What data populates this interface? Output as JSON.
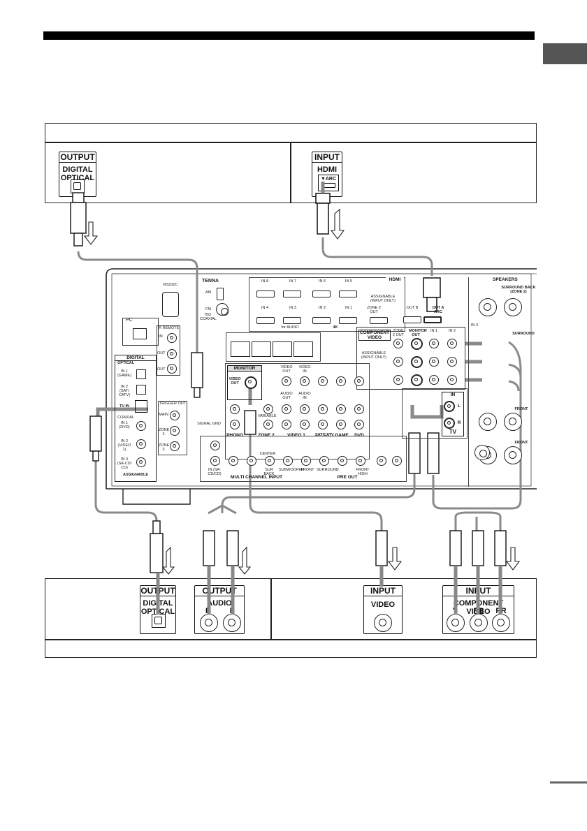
{
  "tv_box": {
    "output_header": "OUTPUT",
    "output_label_1": "DIGITAL",
    "output_label_2": "OPTICAL",
    "input_header": "INPUT",
    "input_label": "HDMI",
    "input_sublabel": "▼ARC"
  },
  "source_box": {
    "opt_header": "OUTPUT",
    "opt_label_1": "DIGITAL",
    "opt_label_2": "OPTICAL",
    "audio_header": "OUTPUT",
    "audio_label": "AUDIO",
    "audio_r": "R",
    "audio_l": "L",
    "video_header": "INPUT",
    "video_label": "VIDEO",
    "comp_header": "INPUT",
    "comp_label": "COMPONENT VIDEO",
    "comp_y": "Y",
    "comp_pb": "PB",
    "comp_pr": "PR"
  },
  "receiver": {
    "antenna": "TENNA",
    "am": "AM",
    "fm": "FM",
    "fm_sub": "75Ω COAXIAL",
    "rs232c": "RS232C",
    "pc": "PC",
    "ir_remote": "IR REMOTE",
    "ir_in": "IN",
    "ir_out": "OUT",
    "ir_out2": "OUT",
    "digital": "DIGITAL",
    "optical": "OPTICAL",
    "opt_in1": "IN 1 (GAME)",
    "opt_in2": "IN 2 (SAT/ CATV)",
    "opt_tv": "TV IN",
    "coaxial": "COAXIAL",
    "coax_in1": "IN 1 (DVD)",
    "coax_in2": "IN 2 (VIDEO 1)",
    "coax_in3": "IN 3 (SA-CD/ CD)",
    "assignable": "ASSIGNABLE",
    "trigger": "TRIGGER OUT",
    "trig_main": "MAIN",
    "trig_z2": "ZONE 2",
    "trig_z3": "ZONE 3",
    "signal_gnd": "SIGNAL GND",
    "hdmi": "HDMI",
    "hdmi_in8": "IN 8",
    "hdmi_in7": "IN 7",
    "hdmi_in6": "IN 6",
    "hdmi_in5": "IN 5",
    "hdmi_in4": "IN 4",
    "hdmi_in3": "IN 3",
    "hdmi_in2": "IN 2",
    "hdmi_in1": "IN 1",
    "hdmi_zone2": "ZONE 2 OUT",
    "hdmi_outb": "OUT B",
    "hdmi_outa": "OUT A ARC",
    "hdmi_assignable": "ASSIGNABLE (INPUT ONLY)",
    "hdmi_4k": "4K",
    "hdmi_audio": "for AUDIO",
    "component_video": "COMPONENT VIDEO",
    "comp_monitor_out": "MONITOR OUT",
    "comp_zone2": "ZONE 2 OUT",
    "comp_in1": "IN 1",
    "comp_in2": "IN 2",
    "comp_in3": "IN 3",
    "comp_assign": "ASSIGNABLE (INPUT ONLY)",
    "monitor": "MONITOR",
    "video_out": "VIDEO OUT",
    "phono": "PHONO",
    "zone2": "ZONE 2",
    "video1": "VIDEO 1",
    "satcatv": "SAT/CATV",
    "game": "GAME",
    "dvd": "DVD",
    "tv": "TV",
    "tv_in": "IN",
    "tv_l": "L",
    "tv_r": "R",
    "multi_channel": "MULTI CHANNEL INPUT",
    "pre_out": "PRE OUT",
    "front": "FRONT",
    "surround": "SURROUND",
    "sur_back": "SUR BACK",
    "subwoofer": "SUBWOOFER",
    "center": "CENTER",
    "front_high": "FRONT HIGH",
    "speakers": "SPEAKERS",
    "surround_back": "SURROUND BACK (ZONE 2)",
    "surround_sp": "SURROUND",
    "front_sp": "FRONT",
    "front_sp2": "FRONT",
    "in_sacd": "IN (SA-CD/CD)",
    "video_in": "VIDEO IN",
    "video_out2": "VIDEO OUT",
    "audio_in": "AUDIO IN",
    "audio_out": "AUDIO OUT",
    "variable": "VARIABLE"
  },
  "colors": {
    "cable_gray": "#8a8a8a",
    "cable_dark": "#222222",
    "panel_line": "#111111",
    "top_bar": "#000000"
  }
}
